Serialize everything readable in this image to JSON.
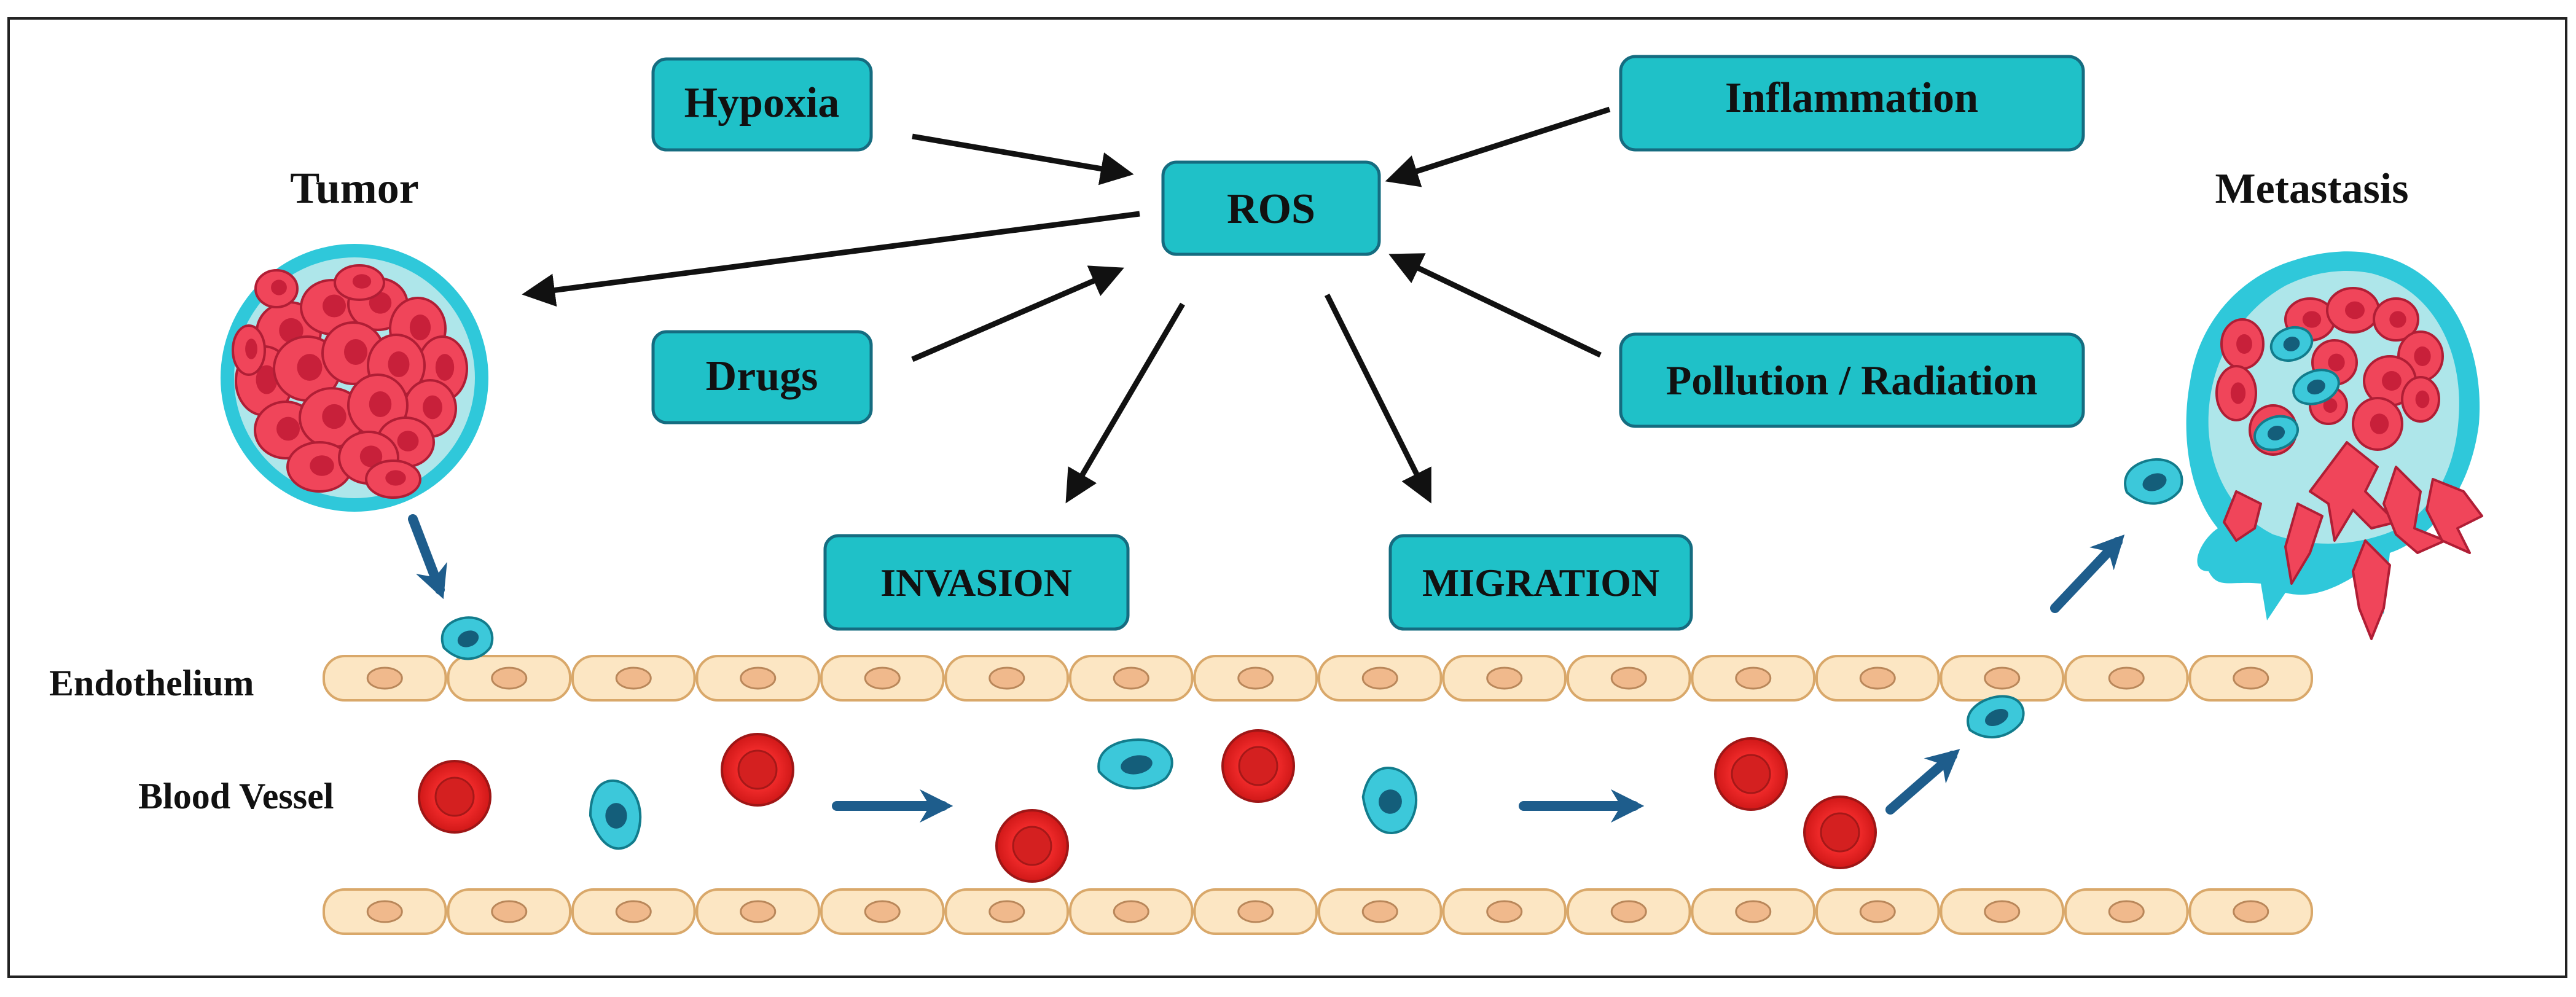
{
  "boxes": {
    "hypoxia": "Hypoxia",
    "inflammation": "Inflammation",
    "ros": "ROS",
    "drugs": "Drugs",
    "pollution": "Pollution / Radiation",
    "invasion": "INVASION",
    "migration": "MIGRATION"
  },
  "labels": {
    "tumor": "Tumor",
    "metastasis": "Metastasis",
    "endothelium": "Endothelium",
    "blood_vessel": "Blood Vessel"
  },
  "colors": {
    "box_fill": "#1FC1C8",
    "box_stroke": "#156C80",
    "cancer_cell": "#F0455A",
    "tumor_ring": "#2FC8DA",
    "circulating_cell": "#3CC8DA",
    "red_blood_cell": "#E8232C",
    "endothelial_cell": "#FCE6C3",
    "flow_arrow": "#1E5D8C"
  },
  "icons": [
    "tumor-icon",
    "metastasis-icon",
    "red-blood-cell-icon",
    "circulating-tumor-cell-icon",
    "endothelial-cell-icon"
  ]
}
